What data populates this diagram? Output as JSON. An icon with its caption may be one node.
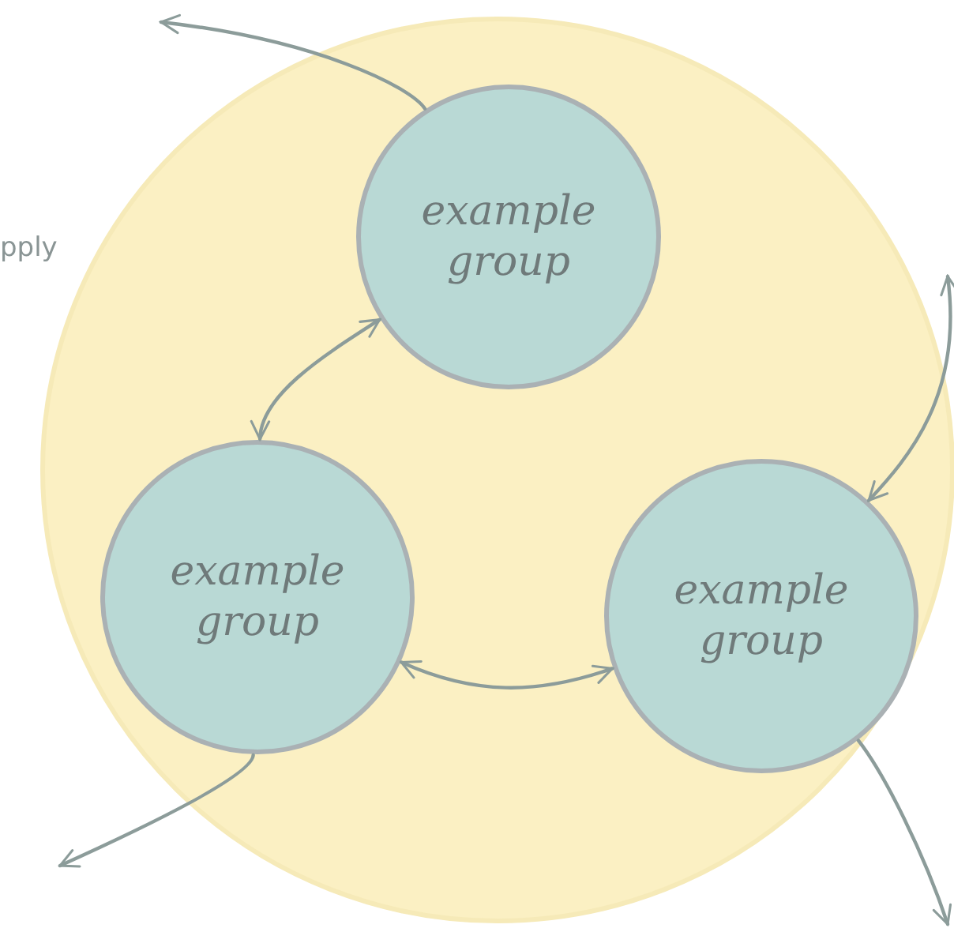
{
  "diagram": {
    "nodes": [
      {
        "text": [],
        "shape": "circle"
      },
      {
        "text": [
          "example group"
        ],
        "in": 0
      },
      {
        "text": [
          "example group"
        ],
        "in": 0
      },
      {
        "text": [
          "example group"
        ],
        "in": 0
      }
    ],
    "edges": [
      {
        "from": 1,
        "to": null,
        "arrow": "to"
      },
      {
        "from": 1,
        "to": 2,
        "arrow": "both"
      },
      {
        "from": 2,
        "to": 3,
        "arrow": "both"
      },
      {
        "from": null,
        "to": 3,
        "arrow": "both"
      },
      {
        "from": 2,
        "to": null,
        "arrow": "to"
      },
      {
        "from": 3,
        "to": null,
        "arrow": "to"
      }
    ],
    "labels": [
      "pply"
    ]
  }
}
